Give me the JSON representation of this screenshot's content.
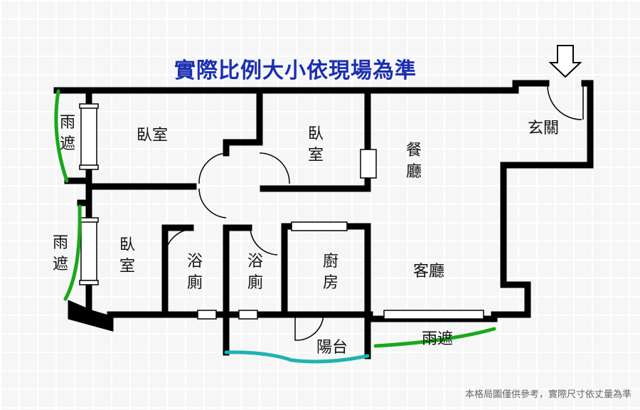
{
  "title": "實際比例大小依現場為準",
  "note": "本格局圖僅供參考，實際尺寸依丈量為準",
  "rooms": {
    "canopy_top_left": "雨遮",
    "bedroom_1": "臥室",
    "bedroom_2": "臥室",
    "bedroom_3": "臥室",
    "canopy_mid_left": "雨遮",
    "dining": "餐廳",
    "entrance": "玄關",
    "bath_1": "浴廁",
    "bath_2": "浴廁",
    "kitchen": "廚房",
    "living": "客廳",
    "balcony": "陽台",
    "canopy_bottom": "雨遮"
  },
  "colors": {
    "title": "#1a2fb0",
    "wall": "#000000",
    "canopy": "#1aa81a",
    "balcony": "#20b2b2"
  }
}
